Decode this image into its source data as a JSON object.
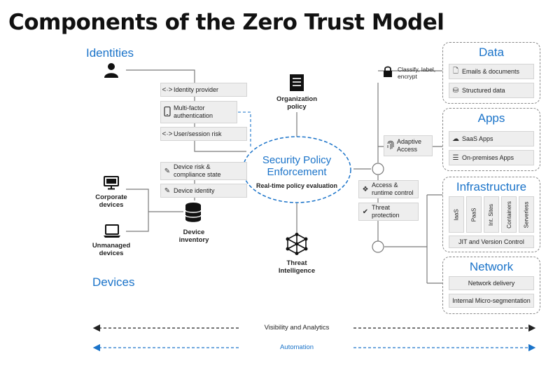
{
  "title": "Components of the Zero Trust Model",
  "left": {
    "identities_heading": "Identities",
    "devices_heading": "Devices",
    "identity_provider": "Identity provider",
    "mfa": "Multi-factor authentication",
    "user_session_risk": "User/session risk",
    "device_risk": "Device risk & compliance state",
    "device_identity": "Device identity",
    "corporate_devices": "Corporate devices",
    "unmanaged_devices": "Unmanaged devices",
    "device_inventory": "Device inventory"
  },
  "center": {
    "org_policy": "Organization policy",
    "security_title": "Security Policy Enforcement",
    "realtime": "Real-time policy evaluation",
    "threat_intel": "Threat Intelligence"
  },
  "mid_right": {
    "classify": "Classify, label, encrypt",
    "adaptive_access": "Adaptive Access",
    "access_runtime": "Access & runtime control",
    "threat_protection": "Threat protection"
  },
  "data_panel": {
    "heading": "Data",
    "emails": "Emails & documents",
    "structured": "Structured data"
  },
  "apps_panel": {
    "heading": "Apps",
    "saas": "SaaS Apps",
    "onprem": "On-premises Apps"
  },
  "infra_panel": {
    "heading": "Infrastructure",
    "cells": [
      "IaaS",
      "PaaS",
      "Int. Sites",
      "Containers",
      "Serverless"
    ],
    "jit": "JIT and Version Control"
  },
  "network_panel": {
    "heading": "Network",
    "delivery": "Network delivery",
    "microseg": "Internal Micro-segmentation"
  },
  "bottom": {
    "visibility": "Visibility and Analytics",
    "automation": "Automation"
  },
  "colors": {
    "accent_blue": "#1a73c9",
    "gray_box": "#eeeeee",
    "line_gray": "#7a7a7a",
    "black": "#111111"
  }
}
